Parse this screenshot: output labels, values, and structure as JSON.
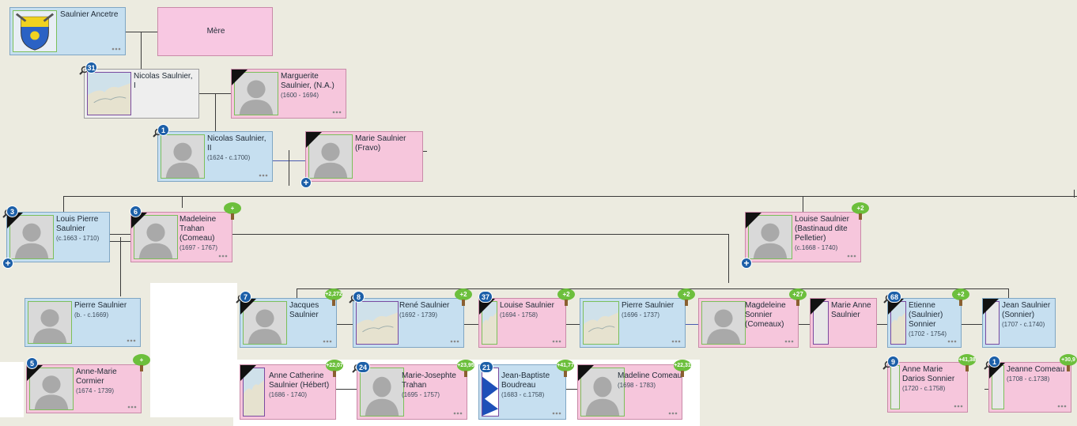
{
  "persons": [
    {
      "id": "p1",
      "name": "Saulnier Ancetre",
      "dates": ""
    },
    {
      "id": "p2",
      "name": "Mère",
      "dates": ""
    },
    {
      "id": "p3",
      "name": "Nicolas Saulnier, I",
      "dates": ""
    },
    {
      "id": "p4",
      "name": "Marguerite Saulnier, (N.A.)",
      "dates": "(1600 - 1694)"
    },
    {
      "id": "p5",
      "name": "Nicolas Saulnier, II",
      "dates": "(1624 - c.1700)"
    },
    {
      "id": "p6",
      "name": "Marie Saulnier (Fravo)",
      "dates": ""
    },
    {
      "id": "p7",
      "name": "Louis Pierre Saulnier",
      "dates": "(c.1663 - 1710)"
    },
    {
      "id": "p8",
      "name": "Madeleine Trahan (Comeau)",
      "dates": "(1697 - 1767)"
    },
    {
      "id": "p9",
      "name": "Louise Saulnier (Bastinaud dite Pelletier)",
      "dates": "(c.1668 - 1740)"
    },
    {
      "id": "p10",
      "name": "Pierre Saulnier",
      "dates": "(b. - c.1669)"
    },
    {
      "id": "p11",
      "name": "Anne-Marie Cormier",
      "dates": "(1674 - 1739)"
    },
    {
      "id": "p12",
      "name": "Jacques Saulnier",
      "dates": ""
    },
    {
      "id": "p13",
      "name": "René Saulnier",
      "dates": "(1692 - 1739)"
    },
    {
      "id": "p14",
      "name": "Louise Saulnier",
      "dates": "(1694 - 1758)"
    },
    {
      "id": "p15",
      "name": "Pierre Saulnier",
      "dates": "(1696 - 1737)"
    },
    {
      "id": "p16",
      "name": "Magdeleine Sonnier (Comeaux)",
      "dates": ""
    },
    {
      "id": "p17",
      "name": "Marie Anne Saulnier",
      "dates": ""
    },
    {
      "id": "p18",
      "name": "Etienne (Saulnier) Sonnier",
      "dates": "(1702 - 1754)"
    },
    {
      "id": "p19",
      "name": "Jean Saulnier (Sonnier)",
      "dates": "(1707 - c.1740)"
    },
    {
      "id": "p20",
      "name": "Anne Catherine Saulnier (Hébert)",
      "dates": "(1686 - 1740)"
    },
    {
      "id": "p21",
      "name": "Marie-Josephte Trahan",
      "dates": "(1695 - 1757)"
    },
    {
      "id": "p22",
      "name": "Jean-Baptiste Boudreau",
      "dates": "(1683 - c.1758)"
    },
    {
      "id": "p23",
      "name": "Madeline Comeau",
      "dates": "(1698 - 1783)"
    },
    {
      "id": "p24",
      "name": "Anne Marie Darios Sonnier",
      "dates": "(1720 - c.1758)"
    },
    {
      "id": "p25",
      "name": "Jeanne Comeau",
      "dates": "(1708 - c.1738)"
    }
  ],
  "badges": {
    "nicolas1": "31",
    "nicolas2": "1",
    "louis": "3",
    "madeleine": "6",
    "pierre_saulnier": "5",
    "jacques": "7",
    "rene": "8",
    "louise": "37",
    "etienne": "68",
    "marie_josephte": "24",
    "jean_baptiste": "21",
    "anne_marie_darios": "9",
    "jeanne": "1"
  },
  "counts": {
    "madeleine": "+",
    "louise_bastinaud": "+2",
    "anne_marie_cormier": "+",
    "jacques": "+2,272",
    "rene": "+2",
    "louise": "+2",
    "pierre": "+2",
    "magdeleine": "+27",
    "etienne": "+2",
    "anne_catherine": "+22,07",
    "marie_josephte": "+23,95",
    "jean_baptiste": "+41,77",
    "madeline": "+22,31",
    "anne_marie_darios": "+41,38",
    "jeanne": "+30,9"
  },
  "expand_symbol": "+",
  "colors": {
    "male": "#c6dff0",
    "female": "#f6c6dc",
    "unknown": "#eeeeee",
    "background": "#ecebe0",
    "badge": "#1c5fa8",
    "tree": "#6cbf3c"
  }
}
